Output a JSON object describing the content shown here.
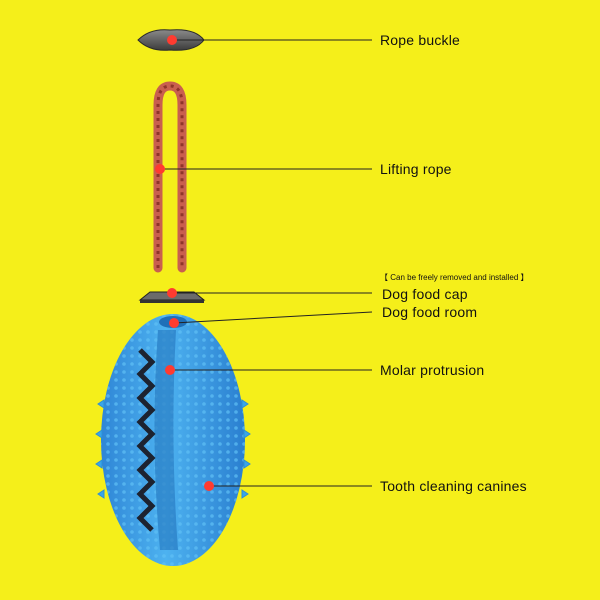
{
  "colors": {
    "background": "#f5ef1a",
    "toy_blue": "#3aa5e8",
    "toy_blue_dark": "#1c77c2",
    "rope": "#b34b3f",
    "marker_dot": "#ff3b30",
    "leader_line": "#222222"
  },
  "parts": [
    {
      "id": "rope_buckle",
      "label": "Rope buckle"
    },
    {
      "id": "lifting_rope",
      "label": "Lifting rope"
    },
    {
      "id": "dog_food_cap",
      "label": "Dog food cap"
    },
    {
      "id": "dog_food_room",
      "label": "Dog food room"
    },
    {
      "id": "molar_protrusion",
      "label": "Molar protrusion"
    },
    {
      "id": "tooth_cleaning_canines",
      "label": "Tooth cleaning canines"
    }
  ],
  "cap_note": "【 Can be freely removed and installed 】"
}
